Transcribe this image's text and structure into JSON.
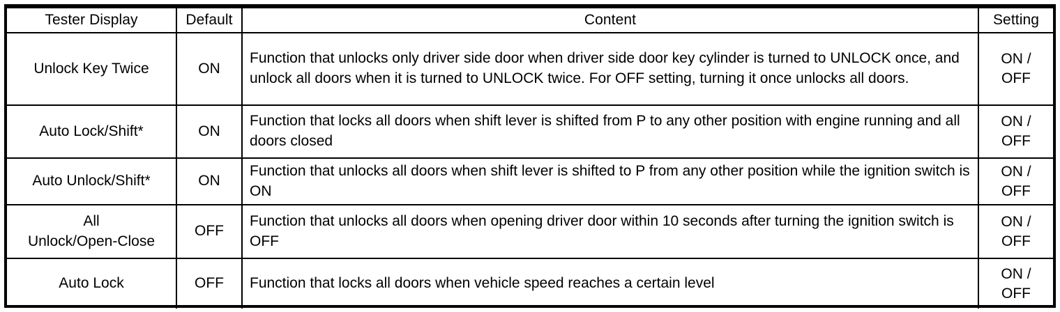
{
  "table": {
    "headers": {
      "display": "Tester Display",
      "default": "Default",
      "content": "Content",
      "setting": "Setting"
    },
    "rows": [
      {
        "display_line1": "Unlock Key Twice",
        "display_line2": "",
        "default": "ON",
        "content": "Function that unlocks only driver side door when driver side door key cylinder is turned to UNLOCK once, and unlock all doors when it is turned to UNLOCK twice. For OFF setting, turning it once unlocks all doors.",
        "setting_line1": "ON /",
        "setting_line2": "OFF"
      },
      {
        "display_line1": "Auto Lock/Shift*",
        "display_line2": "",
        "default": "ON",
        "content": "Function that locks all doors when shift lever is shifted from P to any other position with engine running and all doors closed",
        "setting_line1": "ON /",
        "setting_line2": "OFF"
      },
      {
        "display_line1": "Auto Unlock/Shift*",
        "display_line2": "",
        "default": "ON",
        "content": "Function that unlocks all doors when shift lever is shifted to P from any other position while the ignition switch is ON",
        "setting_line1": "ON /",
        "setting_line2": "OFF"
      },
      {
        "display_line1": "All",
        "display_line2": "Unlock/Open-Close",
        "default": "OFF",
        "content": "Function that unlocks all doors when opening driver door within 10 seconds after turning the ignition switch is OFF",
        "setting_line1": "ON /",
        "setting_line2": "OFF"
      },
      {
        "display_line1": "Auto Lock",
        "display_line2": "",
        "default": "OFF",
        "content": "Function that locks all doors when vehicle speed reaches a certain level",
        "setting_line1": "ON /",
        "setting_line2": "OFF"
      }
    ]
  }
}
